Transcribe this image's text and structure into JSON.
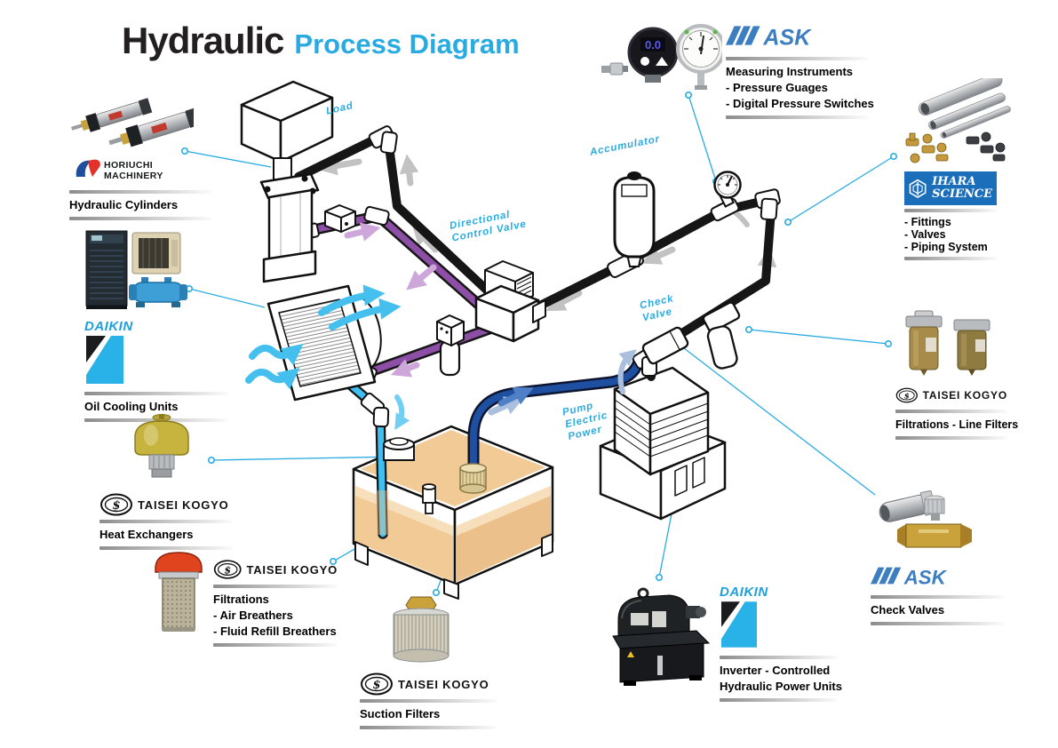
{
  "title": {
    "word_black": "Hydraulic",
    "word_blue": "Process Diagram"
  },
  "colors": {
    "accent_blue": "#29ABE2",
    "pipe_black": "#161616",
    "pipe_purple": "#8C4FA5",
    "pipe_dark_blue": "#1E4FA0",
    "pipe_light_blue": "#3FBFEF",
    "tank_fluid": "#F2CA96",
    "ask_blue": "#3D7EC1",
    "ihara_blue": "#1B6FBA",
    "daikin_blue": "#1EA0DC",
    "horiuchi_blue": "#1F4E9C",
    "horiuchi_red": "#E33229"
  },
  "diagram_labels": {
    "load": "Load",
    "directional_control_valve": "Directional\nControl Valve",
    "accumulator": "Accumulator",
    "check_valve": "Check\nValve",
    "pump_electric_power": "Pump\nElectric\nPower"
  },
  "measuring_gauge_display": "0.0",
  "groups": {
    "hydraulic_cylinders": {
      "brand_line1": "HORIUCHI",
      "brand_line2": "MACHINERY",
      "label": "Hydraulic Cylinders"
    },
    "measuring_instruments": {
      "brand": "ASK",
      "label": "Measuring Instruments",
      "item1": "- Pressure Guages",
      "item2": "- Digital Pressure Switches"
    },
    "ihara": {
      "brand_line1": "IHARA",
      "brand_line2": "SCIENCE",
      "item1": "- Fittings",
      "item2": "- Valves",
      "item3": "- Piping System"
    },
    "oil_cooling": {
      "brand": "DAIKIN",
      "label": "Oil Cooling Units"
    },
    "heat_exchangers": {
      "brand": "TAISEI KOGYO",
      "label": "Heat Exchangers"
    },
    "filtrations_breathers": {
      "brand": "TAISEI KOGYO",
      "label": "Filtrations",
      "item1": "- Air Breathers",
      "item2": "- Fluid Refill Breathers"
    },
    "suction_filters": {
      "brand": "TAISEI KOGYO",
      "label": "Suction Filters"
    },
    "inverter_power_units": {
      "brand": "DAIKIN",
      "label_line1": "Inverter - Controlled",
      "label_line2": "Hydraulic Power Units"
    },
    "check_valves": {
      "brand": "ASK",
      "label": "Check Valves"
    },
    "line_filters": {
      "brand": "TAISEI KOGYO",
      "label": "Filtrations - Line Filters"
    }
  }
}
